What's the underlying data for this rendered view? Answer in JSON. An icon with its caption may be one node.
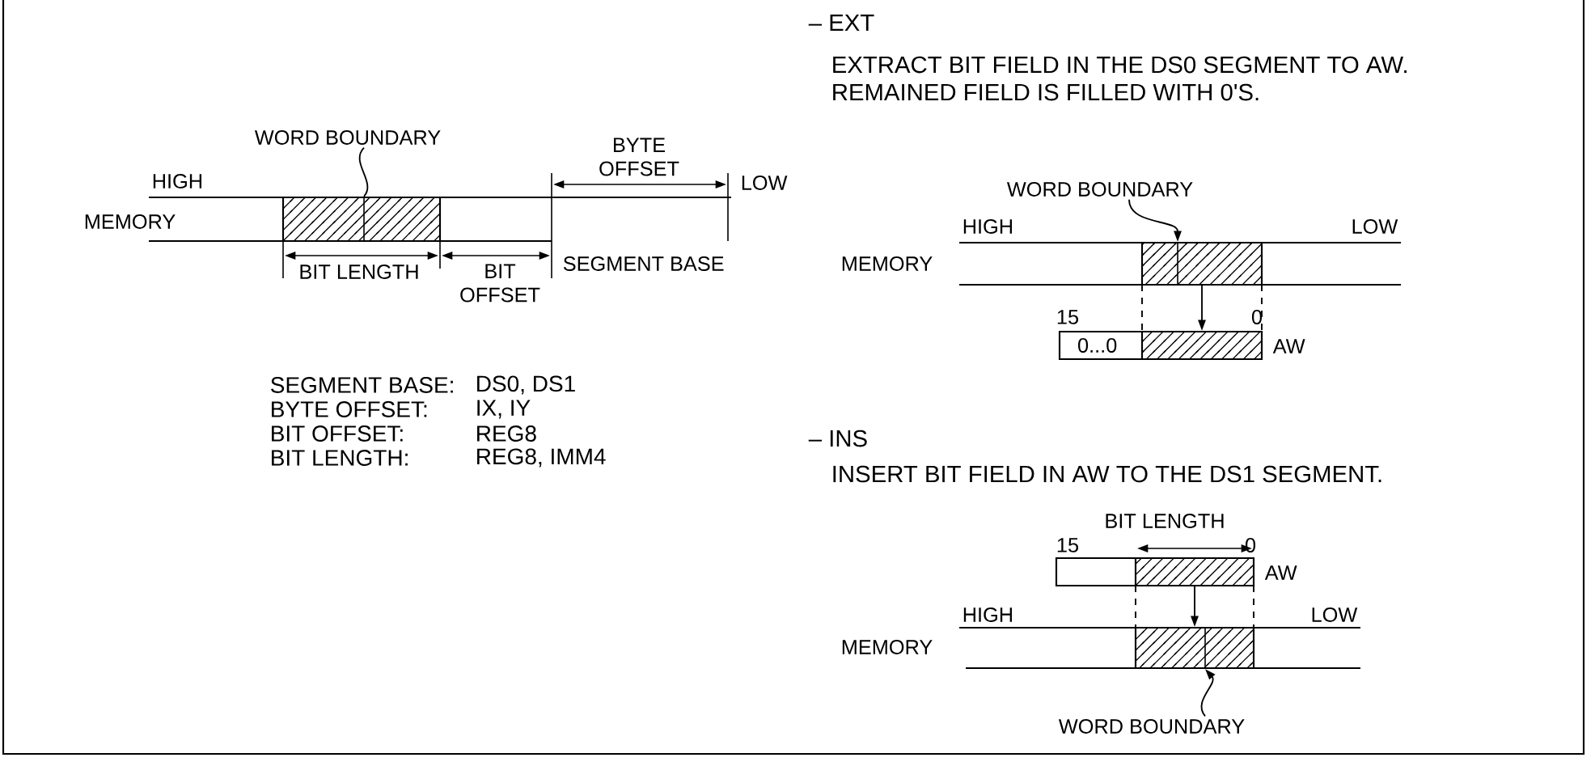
{
  "diagram": {
    "nodes": [
      {
        "text": [
          "WORD BOUNDARY"
        ]
      },
      {
        "text": [],
        "shape": "box"
      },
      {
        "text": [
          "WORD BOUNDARY"
        ]
      },
      {
        "text": [],
        "shape": "box"
      },
      {
        "text": [
          "0...0"
        ],
        "beside": [
          "15",
          "0",
          "AW"
        ]
      },
      {
        "text": [],
        "shape": "box",
        "beside": [
          "15",
          "0",
          "AW"
        ]
      },
      {
        "text": [],
        "shape": "box"
      },
      {
        "text": [
          "WORD BOUNDARY"
        ]
      }
    ],
    "edges": [
      {
        "from": 0,
        "to": 1,
        "arrow": "none"
      },
      {
        "from": 2,
        "to": 3,
        "arrow": "to"
      },
      {
        "from": 3,
        "to": 4,
        "arrow": "to"
      },
      {
        "from": 5,
        "to": 6,
        "arrow": "to"
      },
      {
        "from": 7,
        "to": 6,
        "arrow": "to"
      }
    ],
    "labels": [
      "HIGH",
      "LOW",
      "MEMORY",
      "BYTE OFFSET",
      "BIT LENGTH",
      "BIT OFFSET",
      "SEGMENT BASE",
      "SEGMENT BASE:",
      "DS0, DS1",
      "BYTE OFFSET:",
      "IX, IY",
      "BIT OFFSET:",
      "REG8",
      "BIT LENGTH:",
      "REG8, IMM4",
      "– EXT",
      "EXTRACT BIT FIELD IN THE DS0 SEGMENT TO AW.",
      "REMAINED FIELD IS FILLED WITH 0'S.",
      "HIGH",
      "LOW",
      "MEMORY",
      "– INS",
      "INSERT BIT FIELD IN AW TO THE DS1 SEGMENT.",
      "BIT LENGTH",
      "HIGH",
      "LOW",
      "MEMORY"
    ]
  }
}
